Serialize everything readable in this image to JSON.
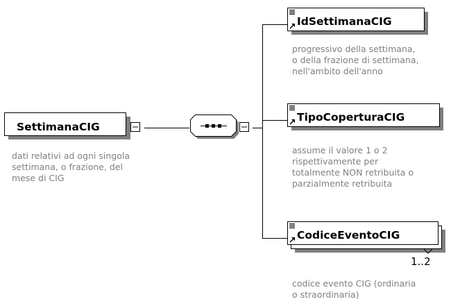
{
  "root": {
    "name": "SettimanaCIG",
    "documentation": [
      "dati relativi ad ogni singola",
      "settimana, o frazione, del",
      "mese di CIG"
    ]
  },
  "compositor": {
    "kind": "sequence"
  },
  "children": [
    {
      "name": "IdSettimanaCIG",
      "documentation": [
        "progressivo della settimana,",
        "o della frazione di settimana,",
        "nell'ambito dell'anno"
      ]
    },
    {
      "name": "TipoCoperturaCIG",
      "documentation": [
        "assume il valore 1 o 2",
        "rispettivamente per",
        "totalmente NON retribuita o",
        "parzialmente retribuita"
      ]
    },
    {
      "name": "CodiceEventoCIG",
      "occurrence": "1..2",
      "documentation": [
        "codice evento CIG (ordinaria",
        "o straordinaria)"
      ]
    }
  ]
}
